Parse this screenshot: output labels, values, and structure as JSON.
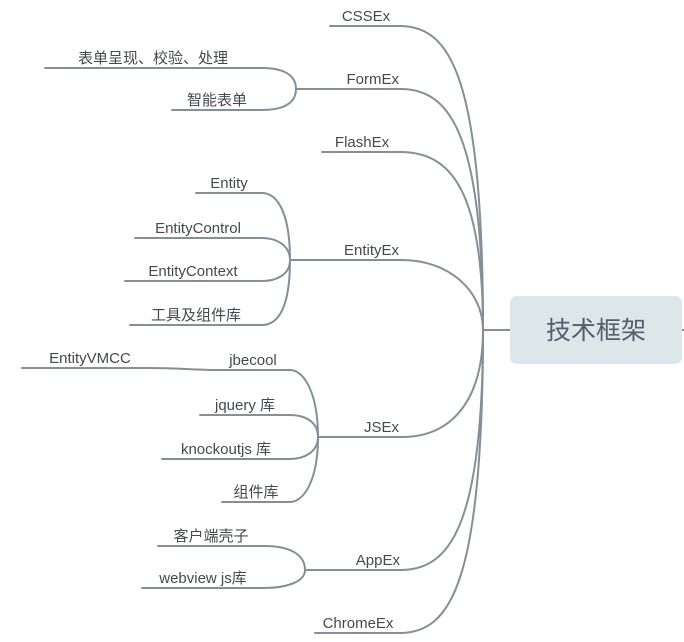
{
  "colors": {
    "background": "#ffffff",
    "line": "#868f96",
    "node-text": "#45494e",
    "root-fill": "#dde6e9",
    "root-text": "#51606a"
  },
  "mindmap": {
    "root": {
      "label": "技术框架",
      "children": [
        {
          "label": "CSSEx",
          "children": []
        },
        {
          "label": "FormEx",
          "children": [
            {
              "label": "表单呈现、校验、处理",
              "children": []
            },
            {
              "label": "智能表单",
              "children": []
            }
          ]
        },
        {
          "label": "FlashEx",
          "children": []
        },
        {
          "label": "EntityEx",
          "children": [
            {
              "label": "Entity",
              "children": []
            },
            {
              "label": "EntityControl",
              "children": []
            },
            {
              "label": "EntityContext",
              "children": []
            },
            {
              "label": "工具及组件库",
              "children": []
            }
          ]
        },
        {
          "label": "JSEx",
          "children": [
            {
              "label": "jbecool",
              "children": [
                {
                  "label": "EntityVMCC",
                  "children": []
                }
              ]
            },
            {
              "label": "jquery 库",
              "children": []
            },
            {
              "label": "knockoutjs 库",
              "children": []
            },
            {
              "label": "组件库",
              "children": []
            }
          ]
        },
        {
          "label": "AppEx",
          "children": [
            {
              "label": "客户端壳子",
              "children": []
            },
            {
              "label": "webview js库",
              "children": []
            }
          ]
        },
        {
          "label": "ChromeEx",
          "children": []
        }
      ]
    }
  }
}
